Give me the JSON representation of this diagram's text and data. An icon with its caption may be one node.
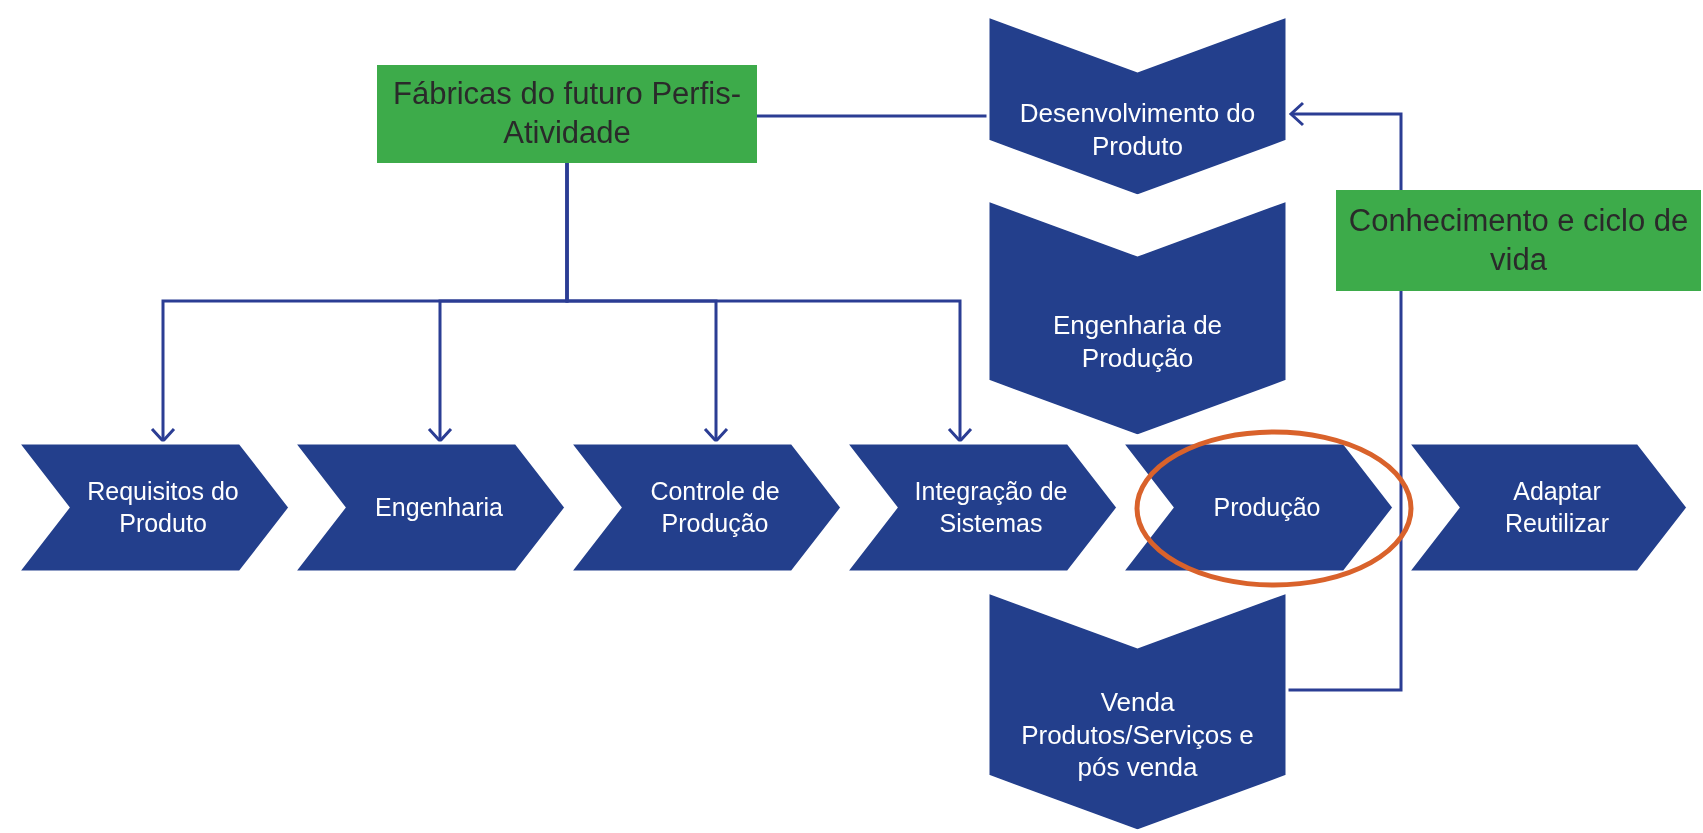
{
  "diagram": {
    "nodes": [
      {
        "text": [
          "Fábricas do futuro Perfis-Atividade"
        ]
      },
      {
        "text": [
          "Desenvolvimento do Produto"
        ]
      },
      {
        "text": [
          "Engenharia de Produção"
        ]
      },
      {
        "text": [
          "Conhecimento e ciclo de vida"
        ]
      },
      {
        "text": [
          "Requisitos do Produto"
        ]
      },
      {
        "text": [
          "Engenharia"
        ]
      },
      {
        "text": [
          "Controle de Produção"
        ]
      },
      {
        "text": [
          "Integração de Sistemas"
        ]
      },
      {
        "text": [
          "Produção"
        ]
      },
      {
        "text": [
          "Adaptar Reutilizar"
        ]
      },
      {
        "text": [
          "Venda Produtos/Serviços e pós venda"
        ]
      }
    ],
    "edges": [
      {
        "from": 0,
        "to": 1,
        "arrow": "none"
      },
      {
        "from": 0,
        "to": 4,
        "arrow": "to"
      },
      {
        "from": 0,
        "to": 5,
        "arrow": "to"
      },
      {
        "from": 0,
        "to": 6,
        "arrow": "to"
      },
      {
        "from": 0,
        "to": 7,
        "arrow": "to"
      },
      {
        "from": 10,
        "to": 3,
        "arrow": "none"
      },
      {
        "from": 3,
        "to": 1,
        "arrow": "to"
      }
    ]
  }
}
